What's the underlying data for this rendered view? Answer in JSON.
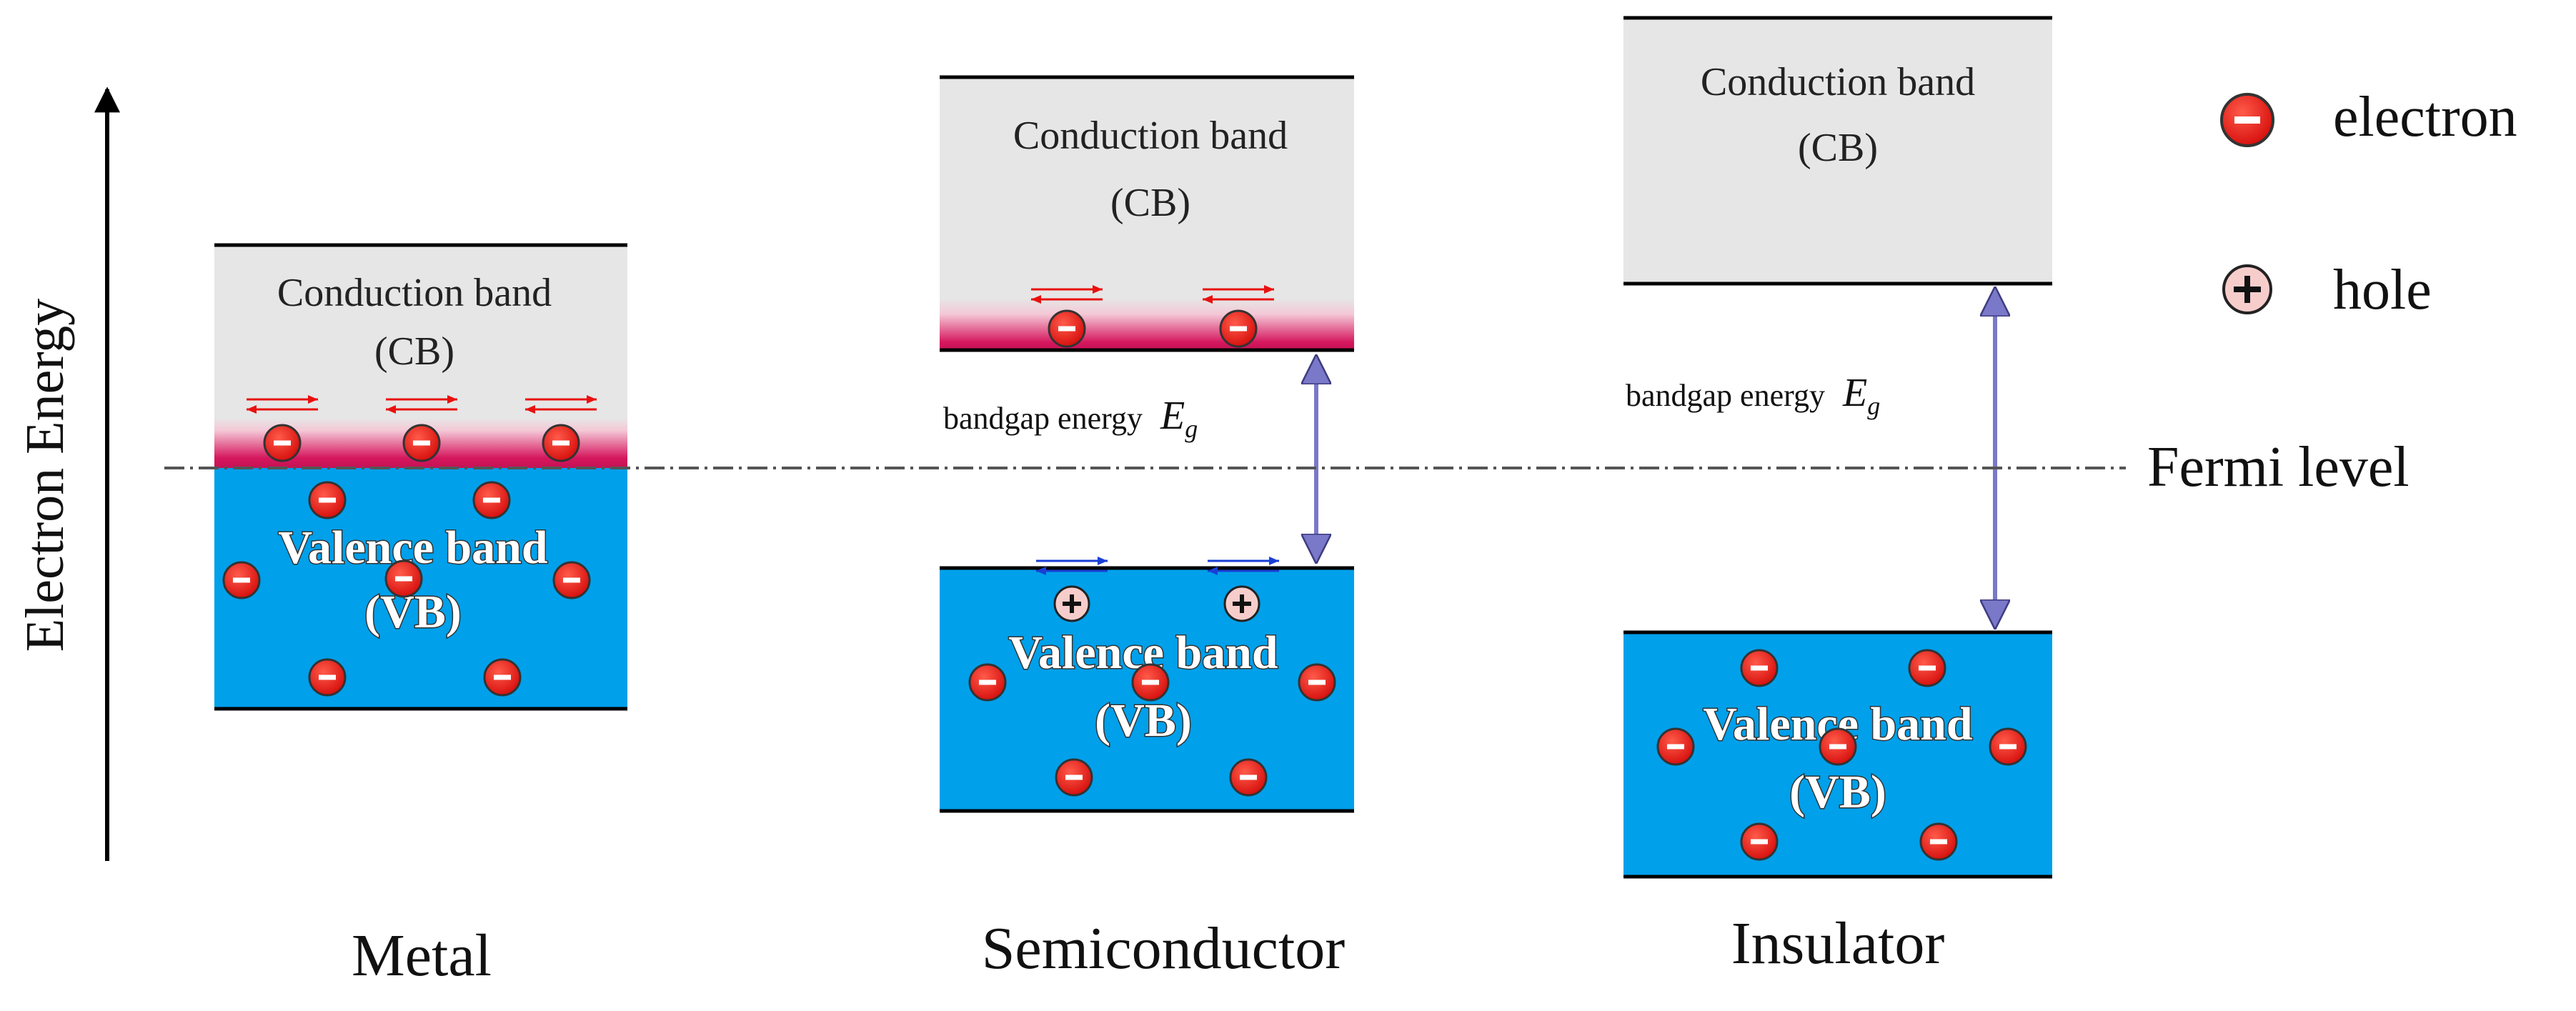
{
  "axis": {
    "label": "Electron Energy"
  },
  "fermi_level": {
    "label": "Fermi level"
  },
  "legend": {
    "electron_label": "electron",
    "hole_label": "hole"
  },
  "metal": {
    "name": "Metal",
    "cb_line1": "Conduction band",
    "cb_line2": "(CB)",
    "vb_line1": "Valence band",
    "vb_line2": "(VB)"
  },
  "semiconductor": {
    "name": "Semiconductor",
    "cb_line1": "Conduction band",
    "cb_line2": "(CB)",
    "vb_line1": "Valence band",
    "vb_line2": "(VB)",
    "gap_text": "bandgap energy",
    "gap_symbol": "E",
    "gap_subscript": "g"
  },
  "insulator": {
    "name": "Insulator",
    "cb_line1": "Conduction band",
    "cb_line2": "(CB)",
    "vb_line1": "Valence band",
    "vb_line2": "(VB)",
    "gap_text": "bandgap energy",
    "gap_symbol": "E",
    "gap_subscript": "g"
  },
  "colors": {
    "conduction_band": "#e6e6e6",
    "valence_band": "#00a0ea",
    "electron": "#e8110f",
    "hole": "#f7cdcb",
    "electron_flow_arrow": "#e8110f",
    "hole_flow_arrow": "#1a3fd6",
    "bandgap_arrow": "#7a78c8",
    "band_edge_glow": "#d6175d"
  }
}
